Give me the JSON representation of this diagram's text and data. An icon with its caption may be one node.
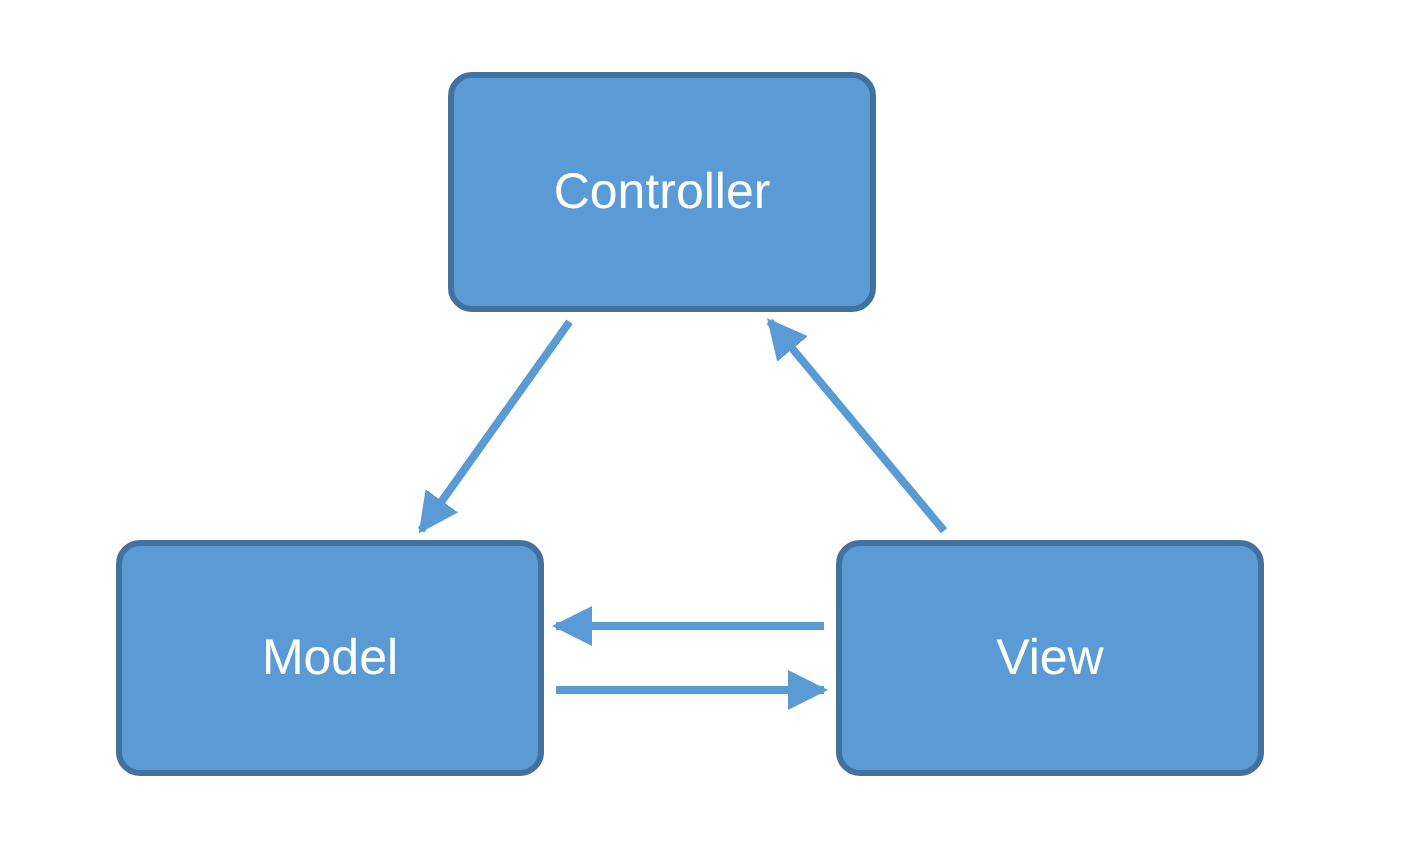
{
  "diagram": {
    "nodes": [
      {
        "text": [
          "Controller"
        ]
      },
      {
        "text": [
          "Model"
        ]
      },
      {
        "text": [
          "View"
        ]
      }
    ],
    "edges": [
      {
        "from": 0,
        "to": 1,
        "arrow": "to"
      },
      {
        "from": 2,
        "to": 0,
        "arrow": "to"
      },
      {
        "from": 2,
        "to": 1,
        "arrow": "to"
      },
      {
        "from": 1,
        "to": 2,
        "arrow": "to"
      }
    ]
  }
}
